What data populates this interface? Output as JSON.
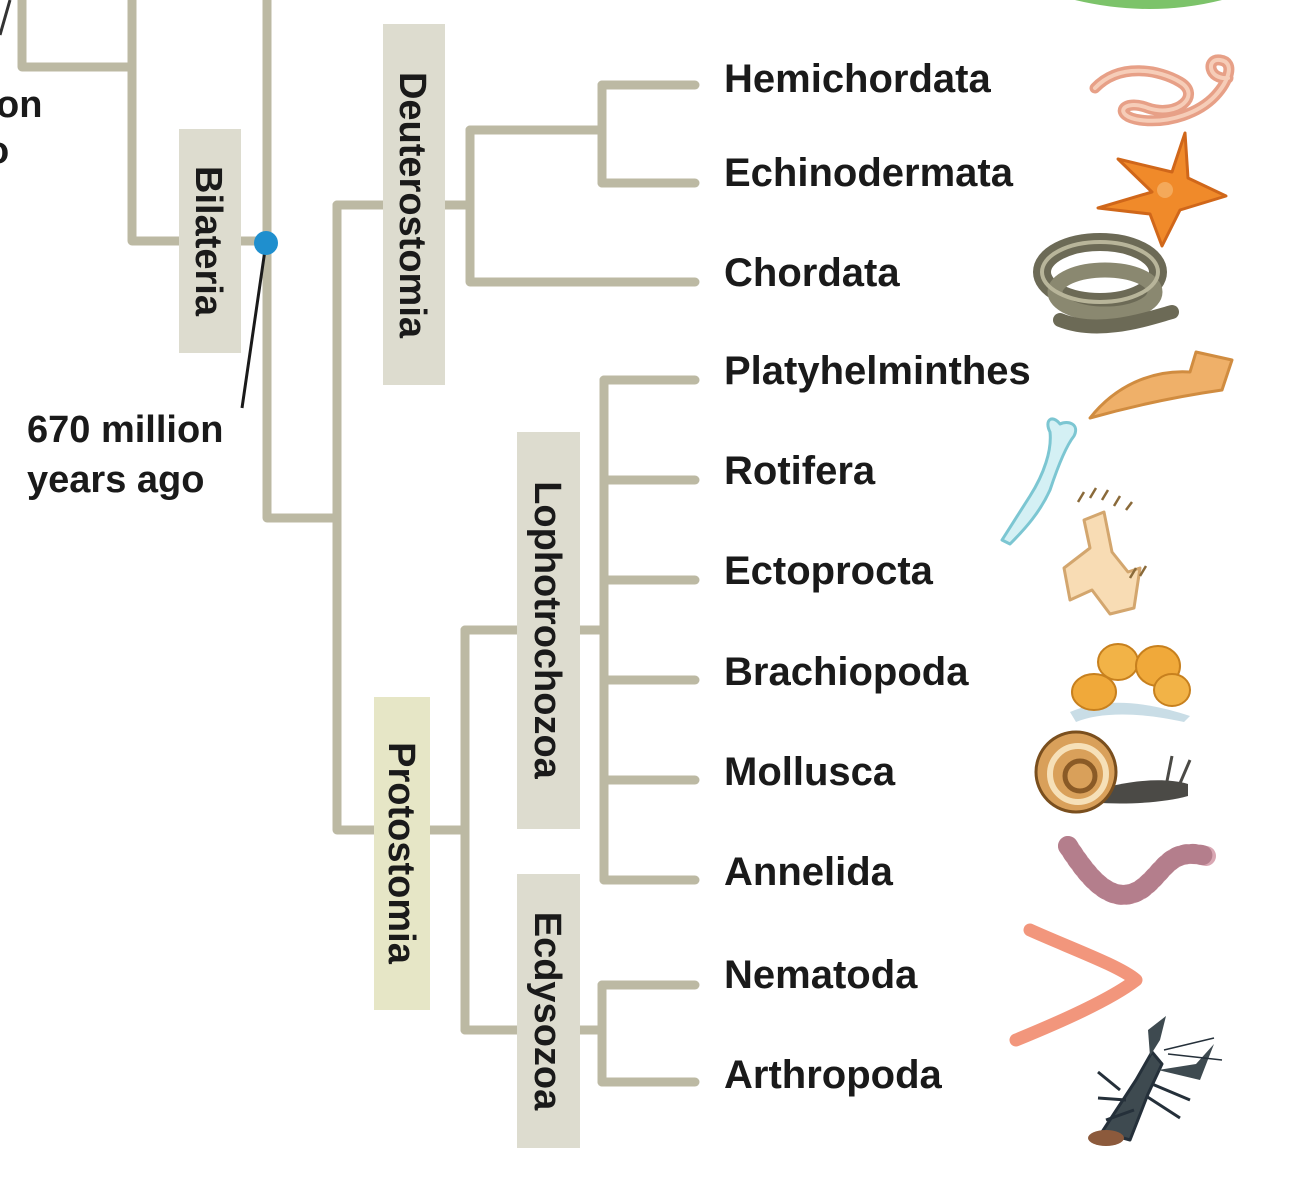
{
  "cut_text": {
    "line1": "on",
    "line2": "o"
  },
  "clades": {
    "bilateria": "Bilateria",
    "deuterostomia": "Deuterostomia",
    "protostomia": "Protostomia",
    "lophotrochozoa": "Lophotrochozoa",
    "ecdysozoa": "Ecdysozoa"
  },
  "divergence_note": {
    "line1": "670 million",
    "line2": "years ago"
  },
  "taxa": [
    "Hemichordata",
    "Echinodermata",
    "Chordata",
    "Platyhelminthes",
    "Rotifera",
    "Ectoprocta",
    "Brachiopoda",
    "Mollusca",
    "Annelida",
    "Nematoda",
    "Arthropoda"
  ],
  "colors": {
    "branch": "#bcb9a3",
    "clade_label_bg": "#dddccf",
    "protostomia_label_bg": "#e6e6c6",
    "node_marker": "#1f8fce"
  },
  "icons": [
    "acorn-worm-icon",
    "sea-star-icon",
    "snake-icon",
    "flatworm-icon",
    "rotifer-icon",
    "bryozoan-icon",
    "brachiopod-icon",
    "snail-icon",
    "earthworm-icon",
    "roundworm-icon",
    "crayfish-icon"
  ]
}
